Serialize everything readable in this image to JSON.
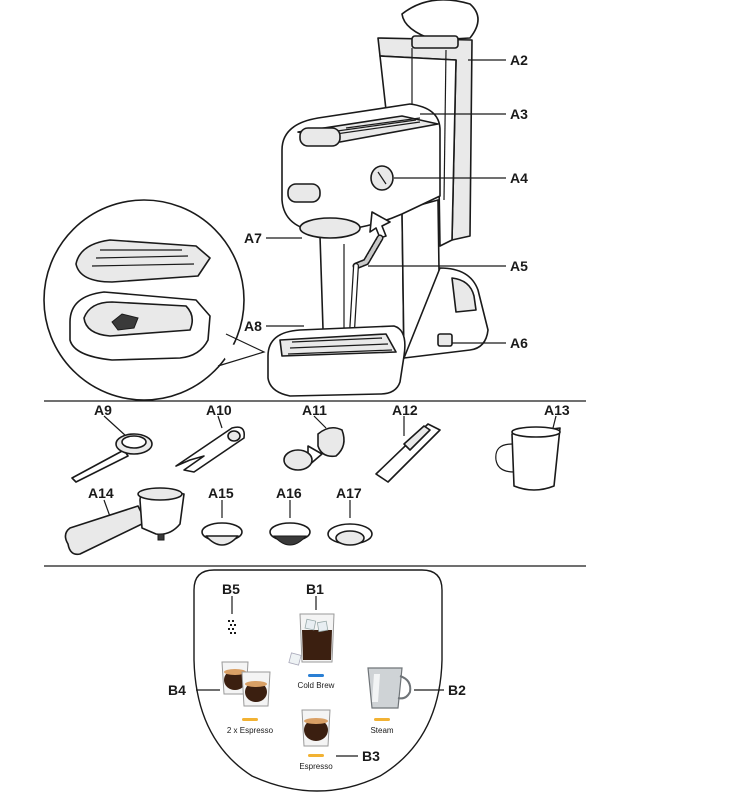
{
  "labels": {
    "a2": "A2",
    "a3": "A3",
    "a4": "A4",
    "a5": "A5",
    "a6": "A6",
    "a7": "A7",
    "a8": "A8",
    "a9": "A9",
    "a10": "A10",
    "a11": "A11",
    "a12": "A12",
    "a13": "A13",
    "a14": "A14",
    "a15": "A15",
    "a16": "A16",
    "a17": "A17",
    "b1": "B1",
    "b2": "B2",
    "b3": "B3",
    "b4": "B4",
    "b5": "B5"
  },
  "captions": {
    "cold_brew": "Cold Brew",
    "double_espresso": "2 x Espresso",
    "steam": "Steam",
    "espresso": "Espresso"
  },
  "indicator_colors": {
    "cold_brew": "#2a7fd4",
    "double_espresso": "#f2b233",
    "steam": "#f2b233",
    "espresso": "#f2b233"
  }
}
